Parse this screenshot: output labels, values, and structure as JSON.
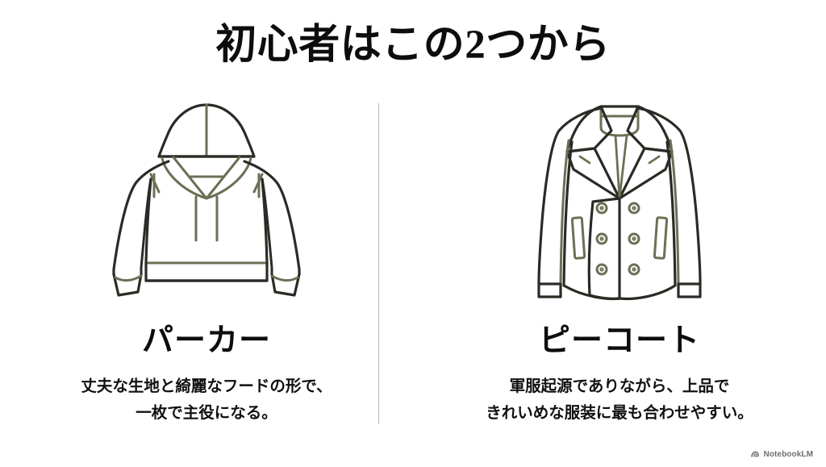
{
  "slide": {
    "title": "初心者はこの2つから",
    "background_color": "#ffffff",
    "divider_color": "#b9b9b9",
    "ink_color": "#2b2b26",
    "accent_color": "#6b7055"
  },
  "items": [
    {
      "illustration": "hoodie-illustration",
      "name": "パーカー",
      "desc_line1": "丈夫な生地と綺麗なフードの形で、",
      "desc_line2": "一枚で主役になる。"
    },
    {
      "illustration": "pea-coat-illustration",
      "name": "ピーコート",
      "desc_line1": "軍服起源でありながら、上品で",
      "desc_line2": "きれいめな服装に最も合わせやすい。"
    }
  ],
  "watermark": {
    "icon": "notebooklm-icon",
    "label": "NotebookLM"
  }
}
